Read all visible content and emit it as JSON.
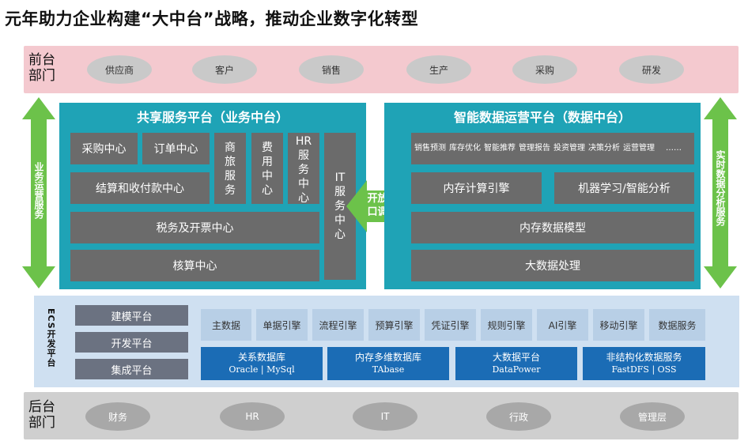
{
  "title": "元年助力企业构建“大中台”战略，推动企业数字化转型",
  "front": {
    "label": [
      "前台",
      "部门"
    ],
    "items": [
      "供应商",
      "客户",
      "销售",
      "生产",
      "采购",
      "研发"
    ]
  },
  "back": {
    "label": [
      "后台",
      "部门"
    ],
    "items": [
      "财务",
      "HR",
      "IT",
      "行政",
      "管理层"
    ]
  },
  "left_arrow_text": "业务运营服务",
  "right_arrow_text": "实时数据分析服务",
  "business": {
    "title": "共享服务平台（业务中台）",
    "procurement": "采购中心",
    "order": "订单中心",
    "travel": [
      "商",
      "旅",
      "服",
      "务"
    ],
    "expense": [
      "费",
      "用",
      "中",
      "心"
    ],
    "hr": [
      "HR",
      "服",
      "务",
      "中",
      "心"
    ],
    "it": [
      "IT",
      "服",
      "务",
      "中",
      "心"
    ],
    "settlement": "结算和收付款中心",
    "tax": "税务及开票中心",
    "accounting": "核算中心"
  },
  "center_arrow": [
    "开放接",
    "口调用"
  ],
  "data": {
    "title": "智能数据运营平台（数据中台）",
    "small_items": [
      [
        "销售",
        "预测"
      ],
      [
        "库存",
        "优化"
      ],
      [
        "智能",
        "推荐"
      ],
      [
        "管理",
        "报告"
      ],
      [
        "投资",
        "管理"
      ],
      [
        "决策",
        "分析"
      ],
      [
        "运营",
        "管理"
      ],
      [
        "……"
      ]
    ],
    "memory_compute": "内存计算引擎",
    "ml": "机器学习/智能分析",
    "memory_model": "内存数据模型",
    "bigdata": "大数据处理"
  },
  "ecs": {
    "label": "ECS开发平台",
    "platforms": [
      "建模平台",
      "开发平台",
      "集成平台"
    ],
    "engines": [
      "主数据",
      "单据引擎",
      "流程引擎",
      "预算引擎",
      "凭证引擎",
      "规则引擎",
      "AI引擎",
      "移动引擎",
      "数据服务"
    ],
    "databases": [
      {
        "name": "关系数据库",
        "sub": "Oracle | MySql"
      },
      {
        "name": "内存多维数据库",
        "sub": "TAbase"
      },
      {
        "name": "大数据平台",
        "sub": "DataPower"
      },
      {
        "name": "非结构化数据服务",
        "sub": "FastDFS | OSS"
      }
    ]
  },
  "colors": {
    "teal": "#1fa3b6",
    "gray_box": "#6b6b6b",
    "green_arrow": "#6cc24a",
    "blue_db": "#1b6cb5"
  }
}
